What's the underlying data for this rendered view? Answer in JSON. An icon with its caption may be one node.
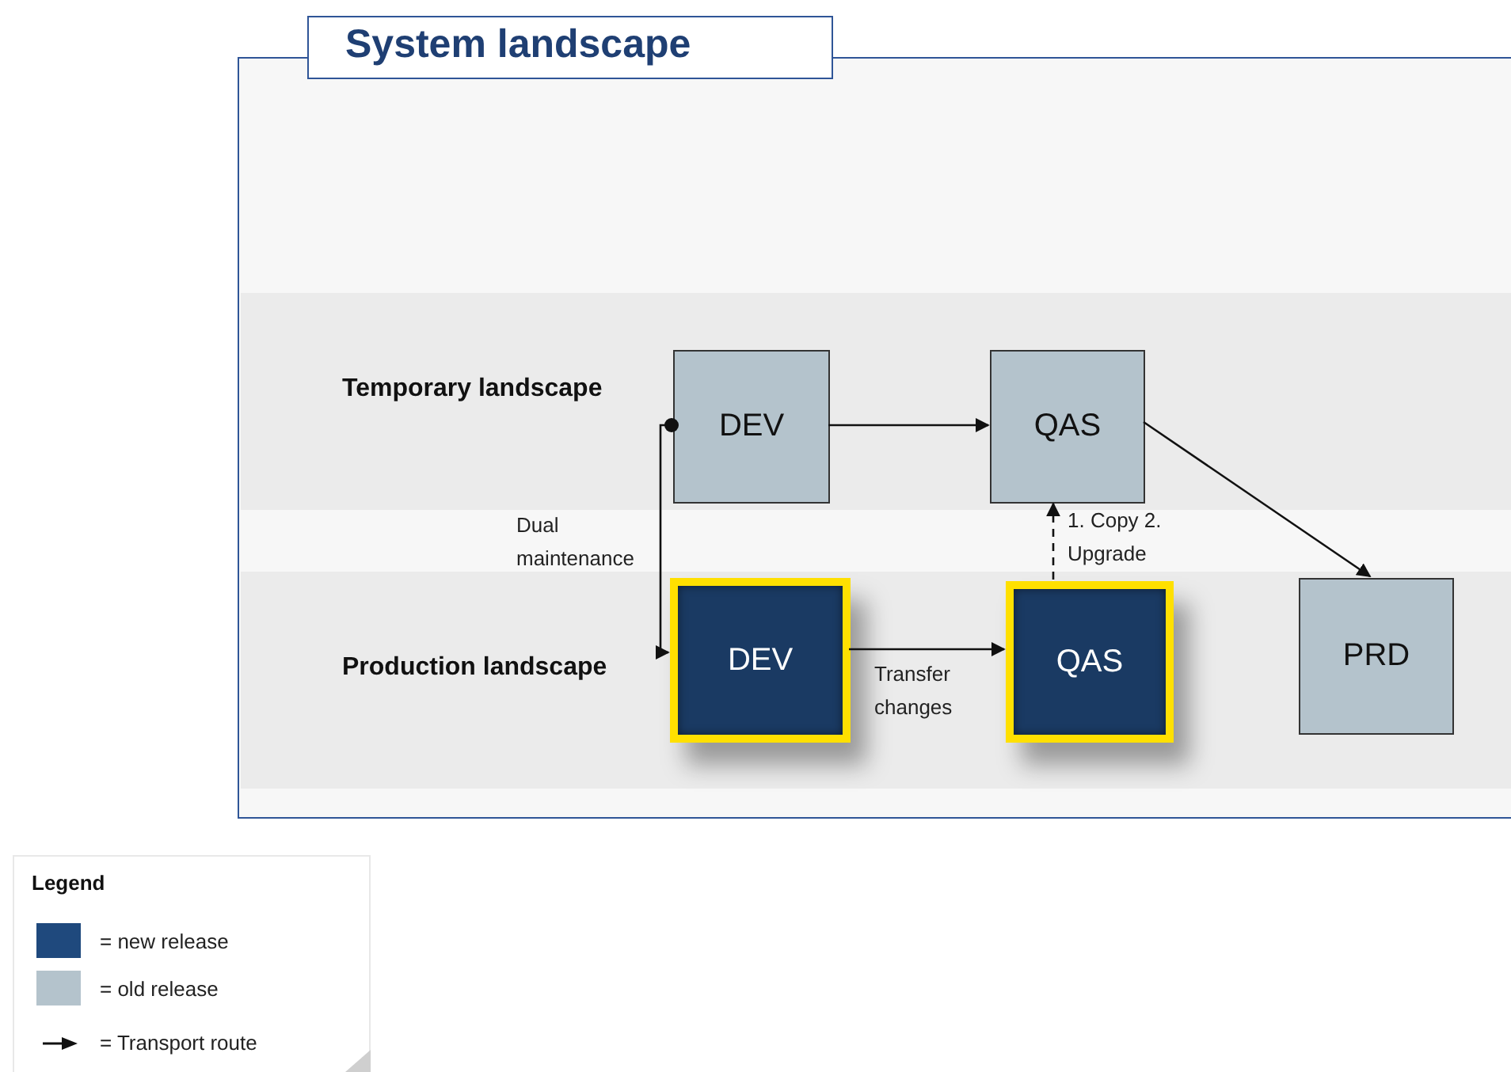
{
  "diagram": {
    "nodes": [
      {
        "text": [
          "System landscape"
        ]
      },
      {
        "text": [
          "Temporary landscape"
        ],
        "in": 0
      },
      {
        "text": [
          "Production landscape"
        ],
        "in": 0
      },
      {
        "text": [
          "DEV"
        ],
        "in": 1
      },
      {
        "text": [
          "QAS"
        ],
        "in": 1
      },
      {
        "text": [
          "DEV"
        ],
        "in": 2
      },
      {
        "text": [
          "QAS"
        ],
        "in": 2
      },
      {
        "text": [
          "PRD"
        ],
        "in": 2
      }
    ],
    "edges": [
      {
        "from": 3,
        "to": 4,
        "arrow": "to"
      },
      {
        "from": 4,
        "to": 7,
        "arrow": "to"
      },
      {
        "from": 3,
        "to": 5,
        "arrow": "to",
        "label": "Dual maintenance"
      },
      {
        "from": 5,
        "to": 6,
        "arrow": "to",
        "label": "Transfer changes"
      },
      {
        "from": 6,
        "to": 4,
        "arrow": "to",
        "style": "dashed",
        "label": "1. Copy 2. Upgrade"
      }
    ],
    "labels": [
      "Legend"
    ],
    "legend": [
      {
        "text": "= new release",
        "color": "#1f497d"
      },
      {
        "text": "= old release",
        "color": "#b4c3cc"
      },
      {
        "text": "= Transport route"
      }
    ]
  }
}
